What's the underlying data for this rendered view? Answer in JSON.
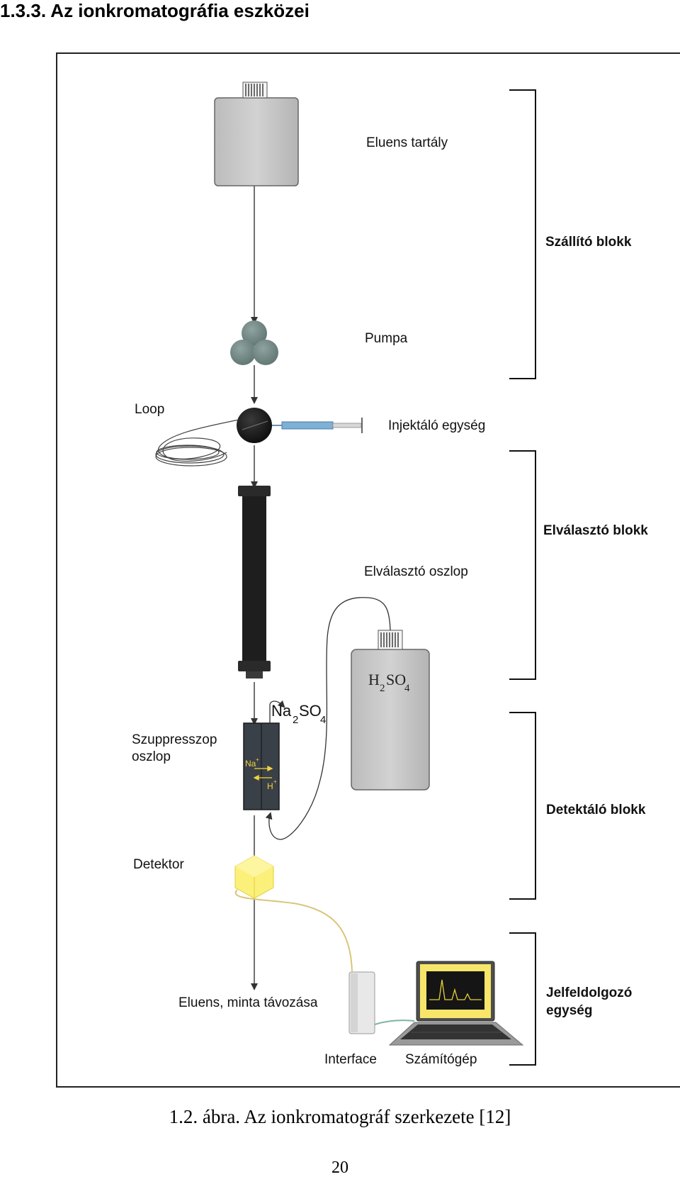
{
  "heading": "1.3.3. Az ionkromatográfia eszközei",
  "figure": {
    "labels": {
      "eluent_tank": "Eluens tartály",
      "pump": "Pumpa",
      "loop": "Loop",
      "injector": "Injektáló egység",
      "separator_column": "Elválasztó oszlop",
      "suppressor_line1": "Szuppresszop",
      "suppressor_line2": "oszlop",
      "detector": "Detektor",
      "outlet": "Eluens, minta távozása",
      "interface": "Interface",
      "computer": "Számítógép"
    },
    "blocks": {
      "delivery": "Szállító blokk",
      "separation": "Elválasztó blokk",
      "detection": "Detektáló blokk",
      "processing_line1": "Jelfeldolgozó",
      "processing_line2": "egység"
    },
    "formulas": {
      "h2so4": {
        "a": "H",
        "a_sub": "2",
        "b": "SO",
        "b_sub": "4"
      },
      "na2so4": {
        "a": "Na",
        "a_sub": "2",
        "b": "SO",
        "b_sub": "4"
      },
      "na_ion": "Na",
      "h_ion": "H",
      "ion_charge": "+"
    }
  },
  "caption": "1.2. ábra. Az ionkromatográf szerkezete [12]",
  "page_number": "20"
}
